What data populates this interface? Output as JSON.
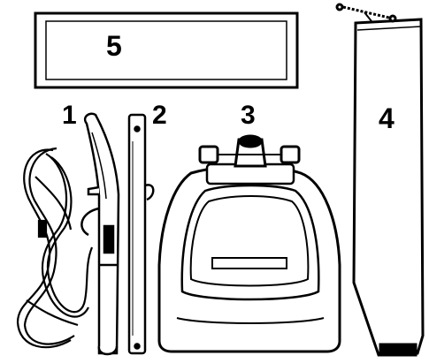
{
  "header_text": "",
  "parts": [
    {
      "number": "5",
      "description": "storage-bag-box"
    },
    {
      "number": "1",
      "description": "power-cord-and-upper-handle"
    },
    {
      "number": "2",
      "description": "lower-handle-tube"
    },
    {
      "number": "3",
      "description": "vacuum-base"
    },
    {
      "number": "4",
      "description": "outer-dust-bag"
    }
  ],
  "colors": {
    "ink": "#000000",
    "paper": "#ffffff"
  }
}
